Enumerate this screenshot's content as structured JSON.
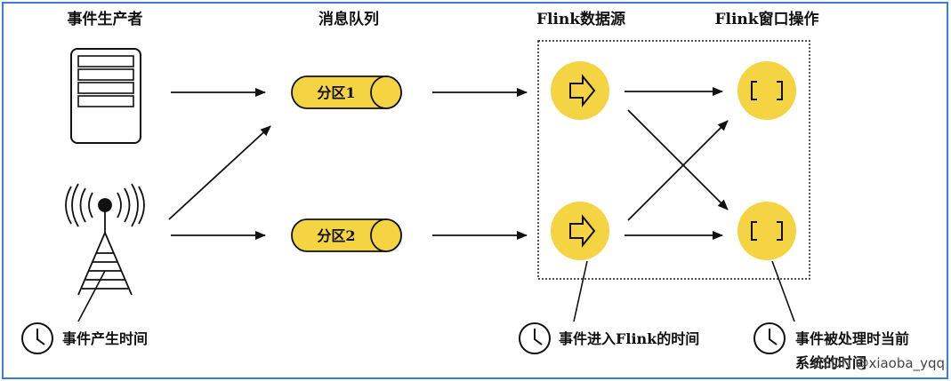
{
  "headers": {
    "producer": "事件生产者",
    "queue": "消息队列",
    "source": "Flink数据源",
    "window": "Flink窗口操作"
  },
  "partitions": [
    "分区1",
    "分区2"
  ],
  "time_labels": {
    "event_time": "事件产生时间",
    "ingestion_time": "事件进入Flink的时间",
    "processing_time_line1": "事件被处理时当前",
    "processing_time_line2": "系统的时间"
  },
  "watermark": "CSDN @xiaoba_yqq",
  "colors": {
    "frame": "#3b7dd8",
    "yellow": "#f5d443",
    "stroke": "#111111"
  },
  "icons": [
    "server-icon",
    "antenna-tower-icon",
    "arrow-right-icon",
    "window-bracket-icon",
    "clock-icon"
  ]
}
